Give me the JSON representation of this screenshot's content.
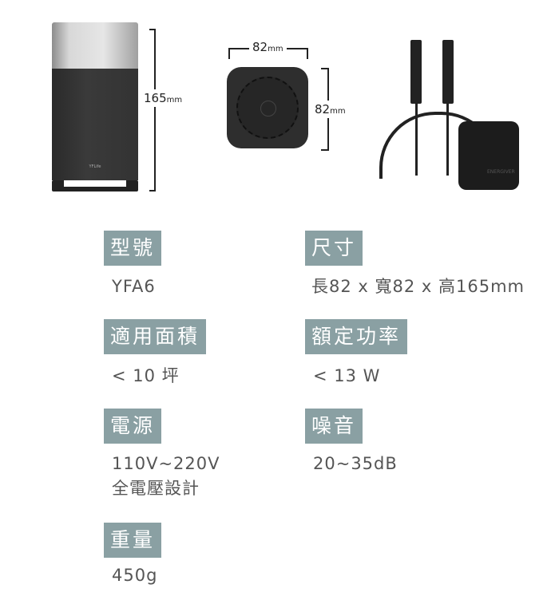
{
  "dimensions": {
    "height": "165",
    "width": "82",
    "depth": "82",
    "unit": "mm"
  },
  "device_brand": "YFLife",
  "adapter_brand": "ENERGIVER",
  "specs": [
    {
      "label": "型號",
      "value": "YFA6"
    },
    {
      "label": "尺寸",
      "value": "長82 x 寬82 x 高165mm"
    },
    {
      "label": "適用面積",
      "value": "< 10 坪"
    },
    {
      "label": "額定功率",
      "value": "< 13 W"
    },
    {
      "label": "電源",
      "value": "110V~220V",
      "value2": "全電壓設計"
    },
    {
      "label": "噪音",
      "value": "20~35dB"
    },
    {
      "label": "重量",
      "value": "450g"
    }
  ]
}
